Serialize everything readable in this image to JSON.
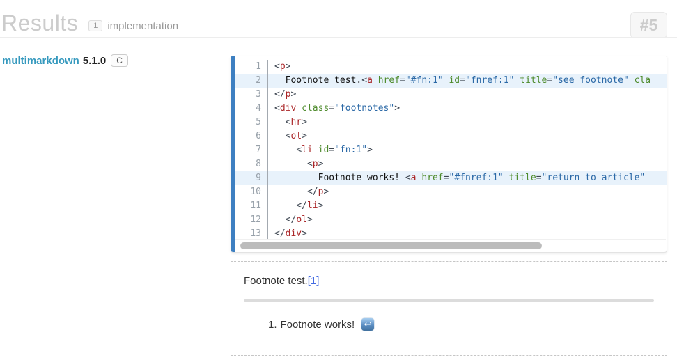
{
  "colors": {
    "accent-bar": "#3d7fc1",
    "line-highlight": "#e8f2fb",
    "tok-tag": "#aa2527",
    "tok-attr": "#4e8b2c",
    "tok-str": "#2a68a6",
    "tok-pu": "#3e4752",
    "tok-pl": "#111111",
    "link": "#3599be",
    "preview-link": "#4169e1",
    "muted": "#999999",
    "header-title": "#cccccc"
  },
  "header": {
    "title": "Results",
    "count_badge": "1",
    "count_label": "implementation",
    "result_number": "#5"
  },
  "implementation": {
    "name": "multimarkdown",
    "version": "5.1.0",
    "language_badge": "C"
  },
  "code_panel": {
    "highlighted_lines": [
      2,
      9
    ],
    "lines": [
      {
        "n": "1",
        "tokens": [
          [
            "pu",
            "<"
          ],
          [
            "tag",
            "p"
          ],
          [
            "pu",
            ">"
          ]
        ]
      },
      {
        "n": "2",
        "tokens": [
          [
            "pl",
            "  Footnote test."
          ],
          [
            "pu",
            "<"
          ],
          [
            "tag",
            "a"
          ],
          [
            "pl",
            " "
          ],
          [
            "attr",
            "href"
          ],
          [
            "pu",
            "="
          ],
          [
            "str",
            "\"#fn:1\""
          ],
          [
            "pl",
            " "
          ],
          [
            "attr",
            "id"
          ],
          [
            "pu",
            "="
          ],
          [
            "str",
            "\"fnref:1\""
          ],
          [
            "pl",
            " "
          ],
          [
            "attr",
            "title"
          ],
          [
            "pu",
            "="
          ],
          [
            "str",
            "\"see footnote\""
          ],
          [
            "pl",
            " "
          ],
          [
            "attr",
            "cla"
          ]
        ]
      },
      {
        "n": "3",
        "tokens": [
          [
            "pu",
            "</"
          ],
          [
            "tag",
            "p"
          ],
          [
            "pu",
            ">"
          ]
        ]
      },
      {
        "n": "4",
        "tokens": [
          [
            "pu",
            "<"
          ],
          [
            "tag",
            "div"
          ],
          [
            "pl",
            " "
          ],
          [
            "attr",
            "class"
          ],
          [
            "pu",
            "="
          ],
          [
            "str",
            "\"footnotes\""
          ],
          [
            "pu",
            ">"
          ]
        ]
      },
      {
        "n": "5",
        "tokens": [
          [
            "pl",
            "  "
          ],
          [
            "pu",
            "<"
          ],
          [
            "tag",
            "hr"
          ],
          [
            "pu",
            ">"
          ]
        ]
      },
      {
        "n": "6",
        "tokens": [
          [
            "pl",
            "  "
          ],
          [
            "pu",
            "<"
          ],
          [
            "tag",
            "ol"
          ],
          [
            "pu",
            ">"
          ]
        ]
      },
      {
        "n": "7",
        "tokens": [
          [
            "pl",
            "    "
          ],
          [
            "pu",
            "<"
          ],
          [
            "tag",
            "li"
          ],
          [
            "pl",
            " "
          ],
          [
            "attr",
            "id"
          ],
          [
            "pu",
            "="
          ],
          [
            "str",
            "\"fn:1\""
          ],
          [
            "pu",
            ">"
          ]
        ]
      },
      {
        "n": "8",
        "tokens": [
          [
            "pl",
            "      "
          ],
          [
            "pu",
            "<"
          ],
          [
            "tag",
            "p"
          ],
          [
            "pu",
            ">"
          ]
        ]
      },
      {
        "n": "9",
        "tokens": [
          [
            "pl",
            "        Footnote works! "
          ],
          [
            "pu",
            "<"
          ],
          [
            "tag",
            "a"
          ],
          [
            "pl",
            " "
          ],
          [
            "attr",
            "href"
          ],
          [
            "pu",
            "="
          ],
          [
            "str",
            "\"#fnref:1\""
          ],
          [
            "pl",
            " "
          ],
          [
            "attr",
            "title"
          ],
          [
            "pu",
            "="
          ],
          [
            "str",
            "\"return to article\""
          ]
        ]
      },
      {
        "n": "10",
        "tokens": [
          [
            "pl",
            "      "
          ],
          [
            "pu",
            "</"
          ],
          [
            "tag",
            "p"
          ],
          [
            "pu",
            ">"
          ]
        ]
      },
      {
        "n": "11",
        "tokens": [
          [
            "pl",
            "    "
          ],
          [
            "pu",
            "</"
          ],
          [
            "tag",
            "li"
          ],
          [
            "pu",
            ">"
          ]
        ]
      },
      {
        "n": "12",
        "tokens": [
          [
            "pl",
            "  "
          ],
          [
            "pu",
            "</"
          ],
          [
            "tag",
            "ol"
          ],
          [
            "pu",
            ">"
          ]
        ]
      },
      {
        "n": "13",
        "tokens": [
          [
            "pu",
            "</"
          ],
          [
            "tag",
            "div"
          ],
          [
            "pu",
            ">"
          ]
        ]
      }
    ]
  },
  "preview": {
    "paragraph_text": "Footnote test.",
    "footnote_ref": "[1]",
    "footnote_number": "1.",
    "footnote_text": "Footnote works!",
    "return_icon_glyph": "↩"
  }
}
